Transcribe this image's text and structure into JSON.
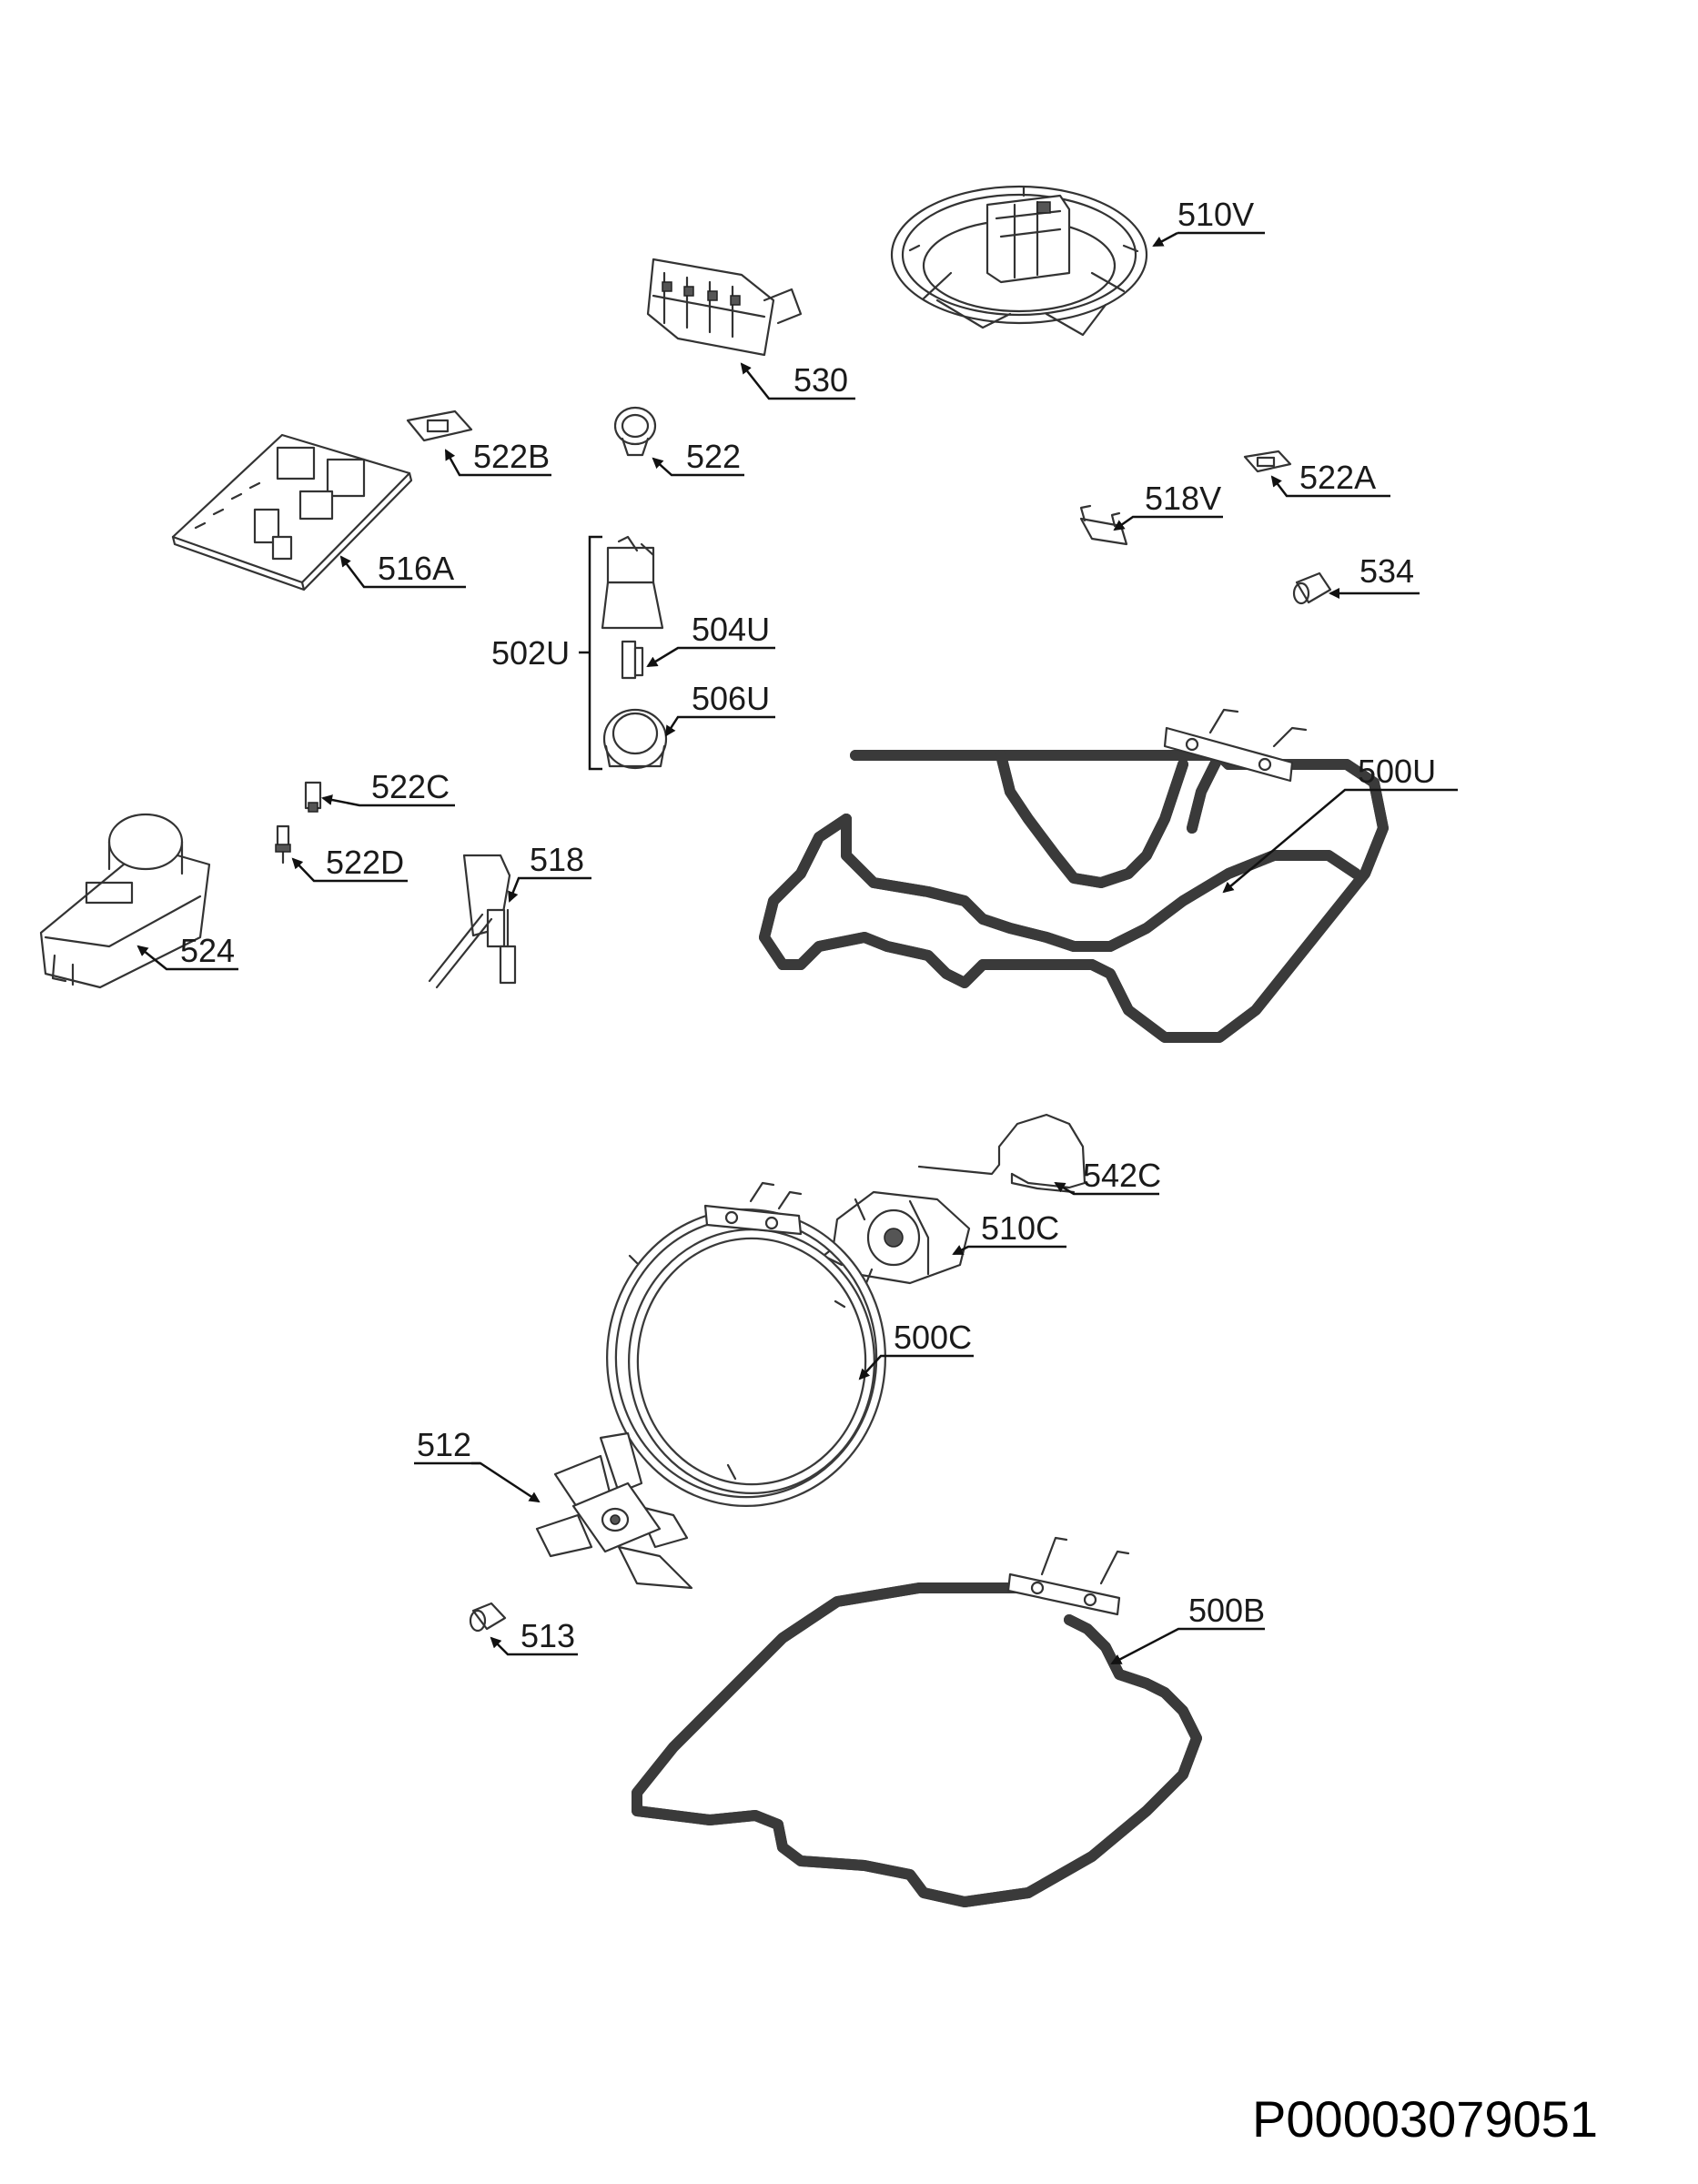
{
  "document_id": "P00003079051",
  "callouts": {
    "c510V": "510V",
    "c530": "530",
    "c522B": "522B",
    "c522": "522",
    "c522A": "522A",
    "c518V": "518V",
    "c516A": "516A",
    "c534": "534",
    "c502U": "502U",
    "c504U": "504U",
    "c506U": "506U",
    "c500U": "500U",
    "c522C": "522C",
    "c522D": "522D",
    "c518": "518",
    "c524": "524",
    "c542C": "542C",
    "c510C": "510C",
    "c500C": "500C",
    "c512": "512",
    "c513": "513",
    "c500B": "500B"
  },
  "colors": {
    "line": "#333333",
    "text": "#1a1a1a",
    "background": "#ffffff"
  }
}
